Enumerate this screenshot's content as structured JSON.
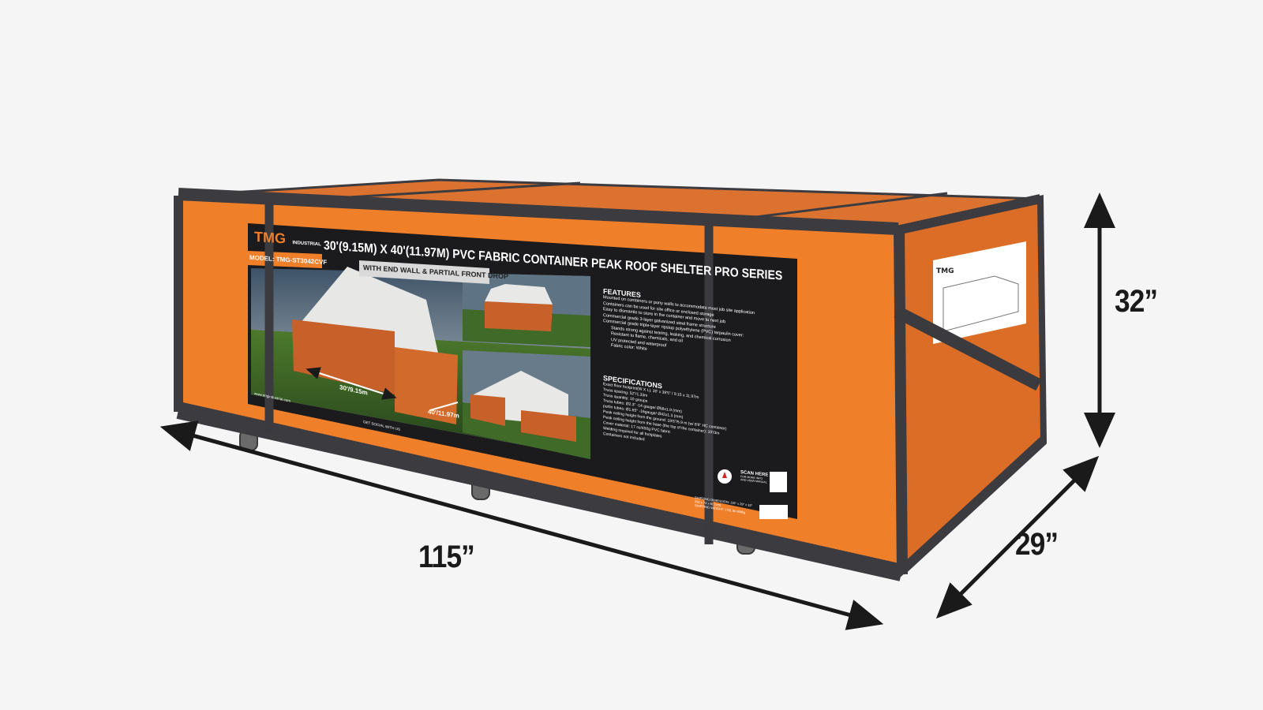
{
  "product": {
    "brand": "TMG",
    "brand_sub": "INDUSTRIAL",
    "model_label": "MODEL: TMG-ST3042CVF",
    "title": "30'(9.15M) X 40'(11.97M) PVC FABRIC CONTAINER PEAK ROOF SHELTER PRO SERIES",
    "subtitle": "WITH END WALL & PARTIAL FRONT DROP",
    "photo_dims": {
      "width_label": "30'/9.15m",
      "length_label": "40'/11.97m"
    },
    "features_heading": "FEATURES",
    "features": [
      "Mounted on containers or pony walls to accommodate most job site application",
      "Containers can be used for site office or enclosed storage",
      "Easy to dismantle to store in the container and move to next job",
      "Commercial grade 3-layer galvanized steel frame structure",
      "Commercial grade triple-layer ripstop polyethylene (PVC) tarpaulin cover:"
    ],
    "feature_subs": [
      "Stands strong against tearing, leaking, and chemical corrosion",
      "Resistant to flame, chemicals, and oil",
      "UV protected and waterproof",
      "Fabric color: White"
    ],
    "specs_heading": "SPECIFICATIONS",
    "specs": [
      "Exact floor footprint(W X L): 30' x 39'5\" / 9.15 x 11.97m",
      "Truss spacing: 52\"/1.33m",
      "Truss quantity: 10 groups",
      "Truss tubes: Ø2.3\" -14 gauge/ Ø58x1.9 (mm)",
      "purlin tubes: Ø1.65\" -16gauge/ Ø42x1.3 (mm)",
      "Peak ceiling height from the ground: 19'6\"/5.9 m (w/ 8'6\" HC container)",
      "Peak ceiling height from the base (the top of the container): 10'/3m",
      "Cover material: 17 oz/450g PVC fabric",
      "Welding required for all footplates",
      "Containers not included"
    ],
    "scan_label": "SCAN HERE",
    "scan_sub": "FOR MORE INFO AND USER MANUAL",
    "social_label": "GET SOCIAL WITH US",
    "website": "www.tmgindustrial.com",
    "shipping_lines": [
      "SHIPPING DIMENSION: 115\" x 29\" x 32\"",
      "292 x 74 x 81 (cm)",
      "SHIPPING WEIGHT: 1781 lb/ 808kg"
    ]
  },
  "dimensions": {
    "length": "115”",
    "depth": "29”",
    "height": "32”"
  },
  "colors": {
    "background": "#f5f5f5",
    "box_orange": "#f07f2a",
    "box_side_orange": "#dc6d26",
    "frame_gray": "#3c3b40",
    "label_black": "#1b1a1c",
    "arrow": "#1a1a1a"
  }
}
